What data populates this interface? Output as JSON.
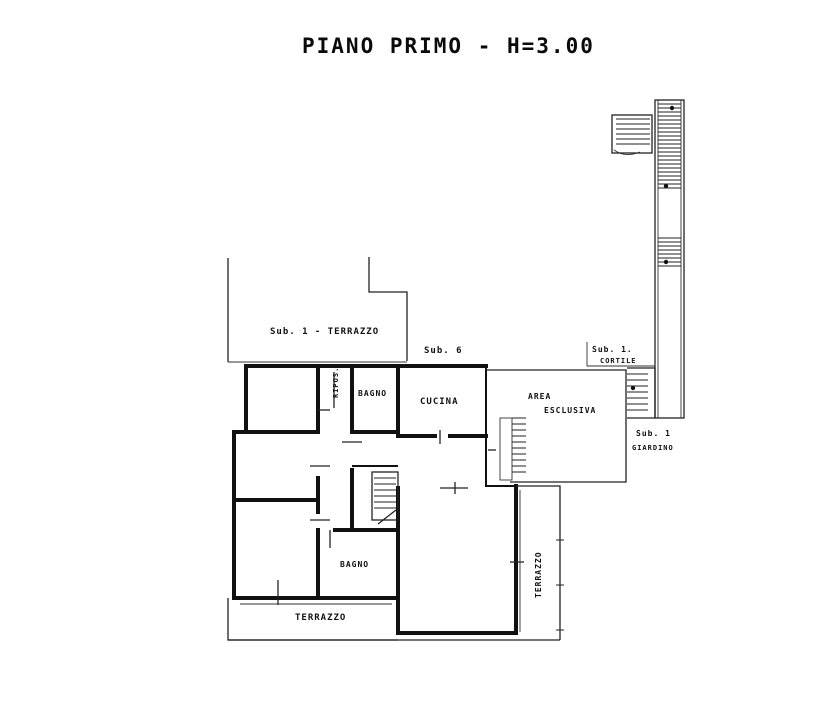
{
  "title": "PIANO PRIMO - H=3.00",
  "labels": {
    "sub1_terrazzo": "Sub. 1 - TERRAZZO",
    "sub6": "Sub. 6",
    "sub1": "Sub. 1.",
    "cortile": "CORTILE",
    "riposi": "RIPOS.",
    "bagno_top": "BAGNO",
    "cucina": "CUCINA",
    "area": "AREA",
    "esclusiva": "ESCLUSIVA",
    "sub1_giardino": "Sub. 1",
    "giardino": "GIARDINO",
    "bagno_bottom": "BAGNO",
    "terrazzo_bottom": "TERRAZZO",
    "terrazzo_side": "TERRAZZO"
  }
}
